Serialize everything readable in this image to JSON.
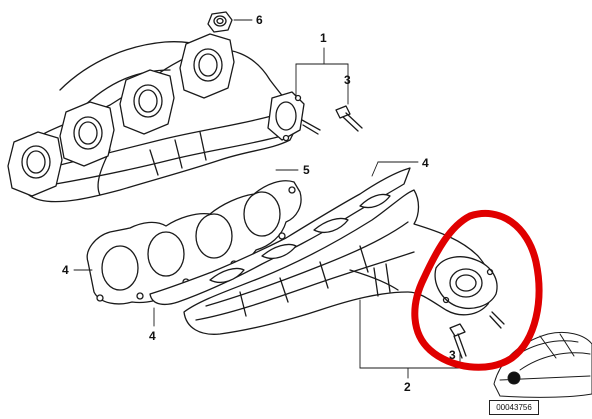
{
  "callouts": {
    "c1": "1",
    "c2": "2",
    "c3a": "3",
    "c3b": "3",
    "c4a": "4",
    "c4b": "4",
    "c4c": "4",
    "c5": "5",
    "c6": "6"
  },
  "reference_number": "00043756",
  "colors": {
    "line": "#1a1a1a",
    "highlight": "#e00000",
    "background": "#ffffff"
  }
}
